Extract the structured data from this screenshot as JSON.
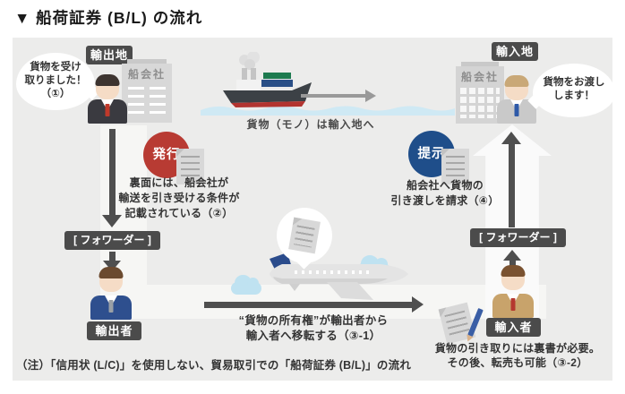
{
  "title": "▼ 船荷証券 (B/L) の流れ",
  "colors": {
    "panel": "#ececeb",
    "band": "#f6f6f4",
    "badge": "#4b4b4b",
    "accent_red": "#b83b33",
    "accent_blue": "#1f4e8a",
    "arrow": "#4f4f4f",
    "water": "#cfe9f4",
    "cloud": "#bfe2f1"
  },
  "export_side": {
    "location_badge": "輸出地",
    "company_label": "船会社",
    "bubble_lines": [
      "貨物を受け",
      "取りました！",
      "（①）"
    ],
    "forwarder_badge": "[ フォワーダー ]",
    "actor_badge": "輸出者"
  },
  "import_side": {
    "location_badge": "輸入地",
    "company_label": "船会社",
    "bubble_lines": [
      "貨物をお渡し",
      "します！"
    ],
    "forwarder_badge": "[ フォワーダー ]",
    "actor_badge": "輸入者"
  },
  "issue": {
    "badge": "発行",
    "note_lines": [
      "裏面には、船会社が",
      "輸送を引き受ける条件が",
      "記載されている（②）"
    ]
  },
  "present": {
    "badge": "提示",
    "note_lines": [
      "船会社へ貨物の",
      "引き渡しを請求（④）"
    ]
  },
  "sea": {
    "caption": "貨物（モノ）は輸入地へ"
  },
  "transfer": {
    "note_lines": [
      "“貨物の所有権”が輸出者から",
      "輸入者へ移転する（③-1）"
    ]
  },
  "endorsement": {
    "note_lines": [
      "貨物の引き取りには裏書が必要。",
      "その後、転売も可能（③-2）"
    ]
  },
  "footnote": "（注）「信用状 (L/C)」を使用しない、貿易取引での「船荷証券 (B/L)」の流れ",
  "icons": [
    "cargo-ship-icon",
    "airplane-icon",
    "bl-document-icon",
    "endorsement-pencil-icon",
    "shipping-company-building-icon",
    "person-icon",
    "cloud-icon",
    "wave-icon",
    "speech-bubble"
  ]
}
